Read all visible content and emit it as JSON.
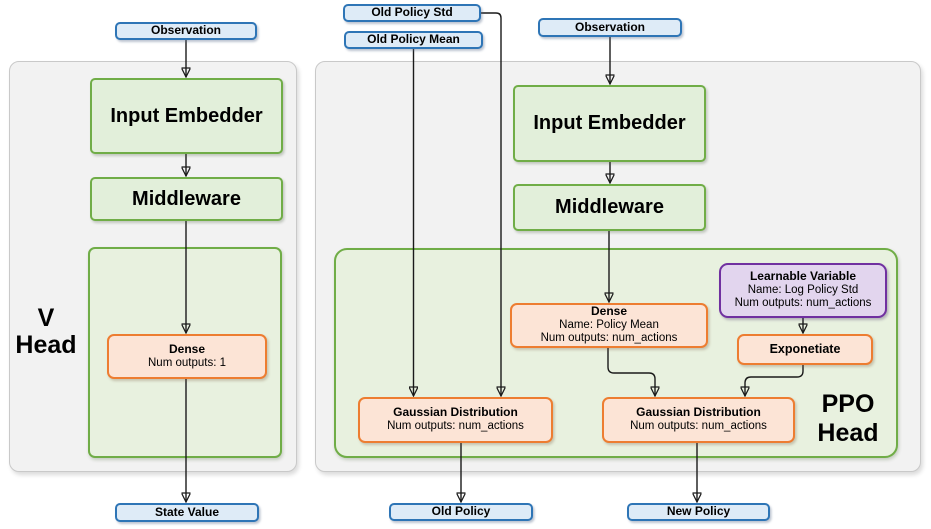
{
  "colors": {
    "panel_bg": "#F2F2F2",
    "panel_border": "#C9C9C9",
    "green_fill": "#E2EFDA",
    "green_panel_fill": "#E8F1DF",
    "green_border": "#70AD47",
    "orange_fill": "#FCE4D6",
    "orange_border": "#ED7D31",
    "purple_fill": "#E2D5EE",
    "purple_border": "#7030A0",
    "blue_fill": "#DEEBF7",
    "blue_border": "#2E75B6",
    "arrow": "#1A1A1A"
  },
  "v_head": {
    "label_line1": "V",
    "label_line2": "Head",
    "observation": "Observation",
    "input_embedder": "Input Embedder",
    "middleware": "Middleware",
    "dense_title": "Dense",
    "dense_line1": "Num outputs: 1",
    "state_value": "State Value"
  },
  "ppo_head": {
    "label_line1": "PPO",
    "label_line2": "Head",
    "old_policy_std": "Old Policy Std",
    "old_policy_mean": "Old Policy Mean",
    "observation": "Observation",
    "input_embedder": "Input Embedder",
    "middleware": "Middleware",
    "dense_title": "Dense",
    "dense_line1": "Name: Policy Mean",
    "dense_line2": "Num outputs: num_actions",
    "learnable_title": "Learnable Variable",
    "learnable_line1": "Name: Log Policy Std",
    "learnable_line2": "Num outputs: num_actions",
    "exponetiate": "Exponetiate",
    "gaussian_old_title": "Gaussian Distribution",
    "gaussian_old_line1": "Num outputs: num_actions",
    "gaussian_new_title": "Gaussian Distribution",
    "gaussian_new_line1": "Num outputs: num_actions",
    "old_policy": "Old Policy",
    "new_policy": "New Policy"
  }
}
